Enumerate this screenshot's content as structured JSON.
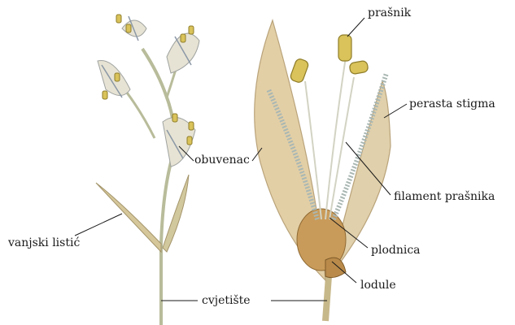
{
  "figure": {
    "labels": {
      "prasnik": "prašnik",
      "perasta_stigma": "perasta stigma",
      "obuvenac": "obuvenac",
      "filament_prasnika": "filament prašnika",
      "vanjski_listic": "vanjski listić",
      "plodnica": "plodnica",
      "lodule": "lodule",
      "cvjetiste": "cvjetište"
    },
    "colors": {
      "stem": "#b9bc9a",
      "glume": "#e3cfa6",
      "glume_edge": "#b9a37a",
      "anther": "#d9c35a",
      "anther_edge": "#8f7d2a",
      "stigma": "#a9b7b3",
      "ovary": "#c99b5a",
      "leader": "#1a1a1a"
    }
  }
}
